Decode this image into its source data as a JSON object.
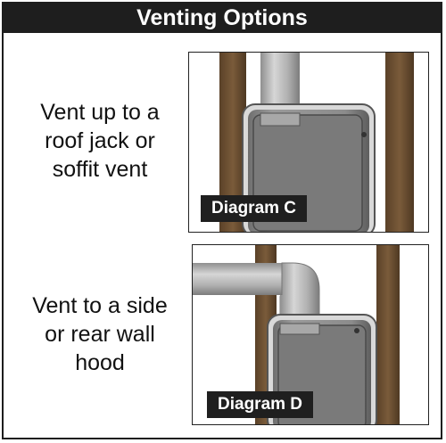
{
  "title": "Venting Options",
  "options": [
    {
      "caption_lines": [
        "Vent up to a",
        "roof jack or",
        "soffit vent"
      ],
      "diagram_label": "Diagram C"
    },
    {
      "caption_lines": [
        "Vent to a side",
        "or rear wall",
        "hood"
      ],
      "diagram_label": "Diagram D"
    }
  ],
  "colors": {
    "title_bar": "#1e1e1e",
    "stud_wood": "#6e5233",
    "vent_pipe": "#b8b8b8",
    "insert_metal": "#8a8a8a"
  }
}
